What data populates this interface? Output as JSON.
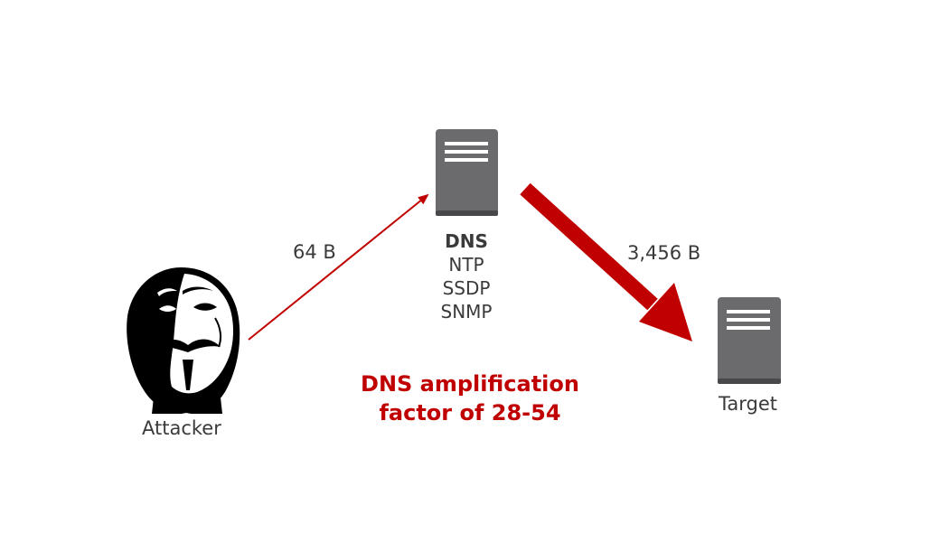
{
  "nodes": {
    "attacker": {
      "label": "Attacker",
      "icon": "anonymous-mask-icon"
    },
    "reflector": {
      "icon": "server-icon",
      "protocols": [
        "DNS",
        "NTP",
        "SSDP",
        "SNMP"
      ]
    },
    "target": {
      "label": "Target",
      "icon": "server-icon"
    }
  },
  "edges": {
    "request": {
      "label": "64 B"
    },
    "response": {
      "label": "3,456 B"
    }
  },
  "caption": {
    "line1": "DNS amplification",
    "line2": "factor of 28-54"
  },
  "colors": {
    "accent": "#c00000",
    "server": "#6b6b6e",
    "text": "#3a3a3a"
  }
}
